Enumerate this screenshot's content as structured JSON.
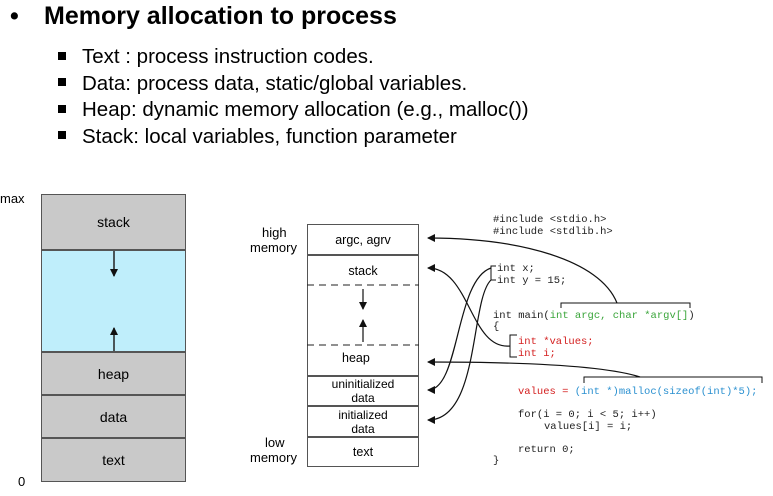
{
  "title": "Memory allocation to process",
  "bullets": [
    "Text : process instruction codes.",
    "Data: process data, static/global variables.",
    "Heap: dynamic memory allocation (e.g., malloc())",
    "Stack: local variables, function parameter"
  ],
  "left_diagram": {
    "max_label": "max",
    "zero_label": "0",
    "segments": [
      "stack",
      "heap",
      "data",
      "text"
    ],
    "free_color": "#bfeefb",
    "segment_color": "#c9c9c9"
  },
  "right_diagram": {
    "high_memory": [
      "high",
      "memory"
    ],
    "low_memory": [
      "low",
      "memory"
    ],
    "segments": [
      "argc, agrv",
      "stack",
      "heap",
      "uninitialized data",
      "initialized data",
      "text"
    ],
    "uninit_lines": [
      "uninitialized",
      "data"
    ],
    "init_lines": [
      "initialized",
      "data"
    ]
  },
  "code": {
    "include1": "#include <stdio.h>",
    "include2": "#include <stdlib.h>",
    "x_decl": "int x;",
    "y_decl": "int y = 15;",
    "main_prefix": "int main(",
    "main_args": "int argc, char *argv[]",
    "main_suffix": ")",
    "open_brace": "{",
    "values_decl": "int *values;",
    "i_decl": "int i;",
    "values_var": "values = ",
    "malloc_call": "(int *)malloc(sizeof(int)*5);",
    "for_line": "for(i = 0; i < 5; i++)",
    "body_line": "values[i] = i;",
    "return_line": "return 0;",
    "close_brace": "}",
    "colors": {
      "green": "#3aa53a",
      "red": "#d42020",
      "blue": "#2a90d0"
    }
  }
}
